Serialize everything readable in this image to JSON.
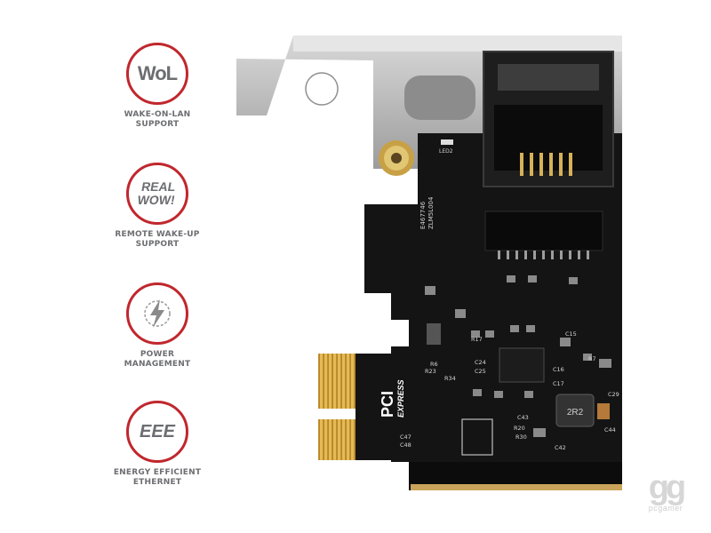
{
  "features": [
    {
      "icon": "wol-icon",
      "badge_text": "WoL",
      "caption_line1": "WAKE-ON-LAN",
      "caption_line2": "SUPPORT"
    },
    {
      "icon": "real-wow-icon",
      "badge_line1": "REAL",
      "badge_line2": "WOW!",
      "caption_line1": "REMOTE WAKE-UP",
      "caption_line2": "SUPPORT"
    },
    {
      "icon": "power-management-icon",
      "caption_line1": "POWER",
      "caption_line2": "MANAGEMENT"
    },
    {
      "icon": "eee-icon",
      "badge_text": "EEE",
      "caption_line1": "ENERGY EFFICIENT",
      "caption_line2": "ETHERNET"
    }
  ],
  "board": {
    "pci_logo_line1": "PCI",
    "pci_logo_line2": "EXPRESS",
    "led_label": "LED2",
    "inductor_label": "2R2",
    "marking_line1": "E467746",
    "marking_line2": "ZLM5L004",
    "part_labels": [
      "R23",
      "R6",
      "R34",
      "C24",
      "C25",
      "C15",
      "C43",
      "C42",
      "C44",
      "C47",
      "C48",
      "R7",
      "R17",
      "R20",
      "C16",
      "C17",
      "C29",
      "R30"
    ]
  },
  "watermark": {
    "logo": "gg",
    "text": "pcgamer"
  },
  "colors": {
    "accent": "#c0272d",
    "badge_text": "#6d6e71",
    "pcb": "#141414",
    "gold": "#d4a63a",
    "bracket": "#b8b8b8"
  }
}
